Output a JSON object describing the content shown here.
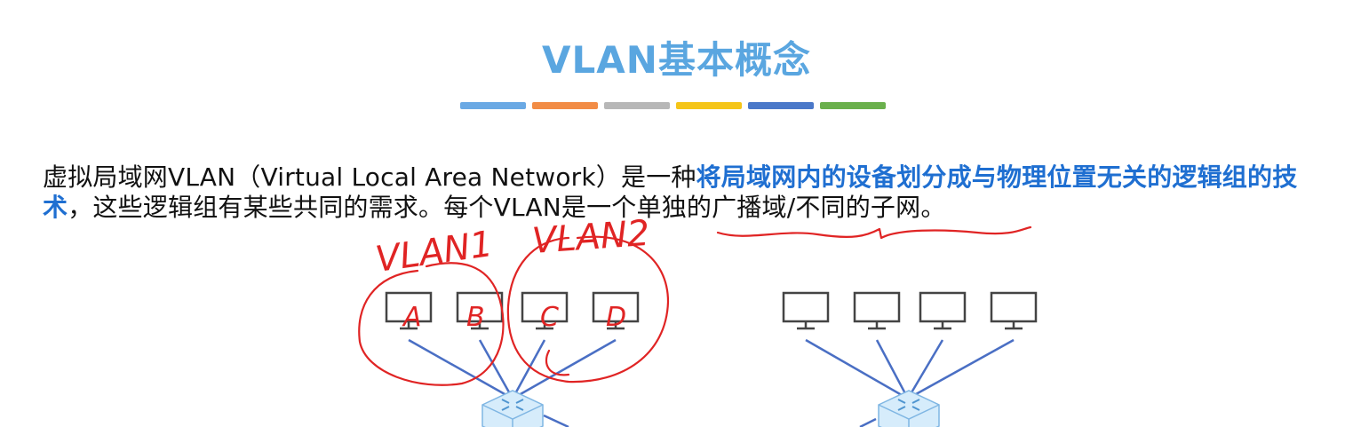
{
  "slide": {
    "title": "VLAN基本概念",
    "title_bar_colors": [
      "#6aa9e4",
      "#f28c45",
      "#b7b7b7",
      "#f5c518",
      "#4a78c9",
      "#6ab04c"
    ]
  },
  "paragraph": {
    "part1": "虚拟局域网VLAN（Virtual Local Area Network）是一种",
    "highlight1": "将局域网内的设备划分成与物理位置无关的逻辑组的技术",
    "part2": "，这些逻辑组有某些共同的需求。每个VLAN是一个单独的广播域/不同的子网。"
  },
  "annotations": {
    "vlan1_label": "VLAN1",
    "vlan2_label": "VLAN2",
    "pc_labels": [
      "A",
      "B",
      "C",
      "D"
    ]
  },
  "colors": {
    "title": "#5aa6e0",
    "highlight": "#1f6fd1",
    "annotation_ink": "#e02424",
    "link": "#4a6fc4",
    "device_stroke": "#444444"
  }
}
